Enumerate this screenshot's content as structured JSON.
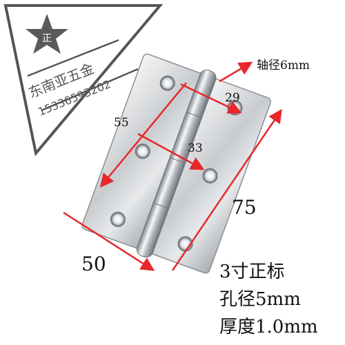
{
  "stamp": {
    "emblem_char": "正",
    "company": "东南亚五金",
    "phone": "15336593202",
    "color": "#555555"
  },
  "dimensions": {
    "width_label": "50",
    "height_label": "75",
    "hole_spacing_vertical": "55",
    "hole_spacing_top": "29",
    "hole_spacing_mid": "33",
    "shaft_label": "轴径6mm",
    "arrow_color": "#e8272b"
  },
  "specs": {
    "line1": "3寸正标",
    "line2": "孔径5mm",
    "line3": "厚度1.0mm"
  }
}
